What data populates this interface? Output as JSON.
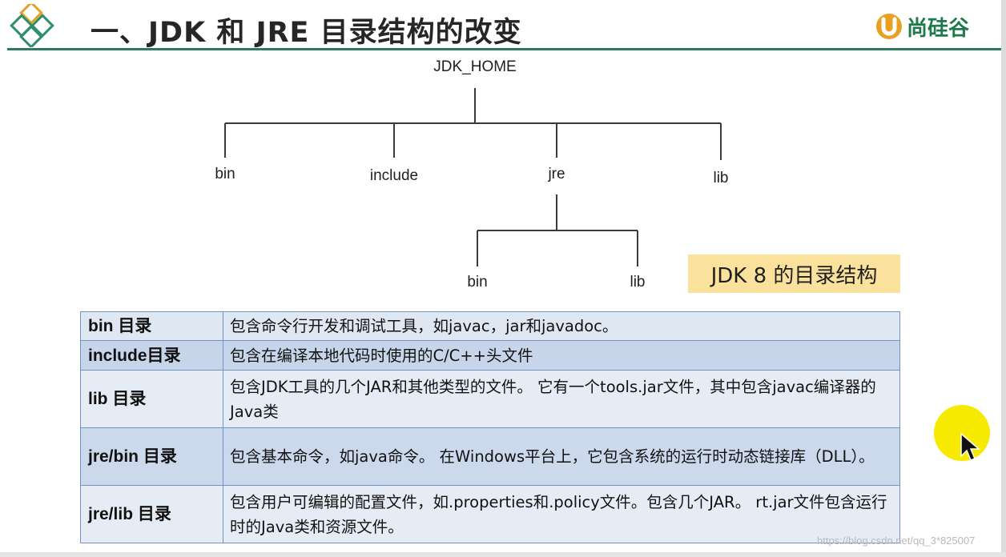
{
  "header": {
    "title": "一、JDK 和 JRE 目录结构的改变",
    "brand_text": "尚硅谷",
    "colors": {
      "accent": "#2d7a5f",
      "brand": "#1e7a4a",
      "logo": "#e8a020"
    }
  },
  "tree": {
    "root": "JDK_HOME",
    "children": [
      "bin",
      "include",
      "jre",
      "lib"
    ],
    "jre_children": [
      "bin",
      "lib"
    ]
  },
  "caption": "JDK 8 的目录结构",
  "table": {
    "rows": [
      {
        "key": "bin 目录",
        "desc": "包含命令行开发和调试工具，如javac，jar和javadoc。"
      },
      {
        "key": "include目录",
        "desc": "包含在编译本地代码时使用的C/C++头文件"
      },
      {
        "key": "lib 目录",
        "desc": "包含JDK工具的几个JAR和其他类型的文件。 它有一个tools.jar文件，其中包含javac编译器的Java类"
      },
      {
        "key": "jre/bin 目录",
        "desc": "包含基本命令，如java命令。 在Windows平台上，它包含系统的运行时动态链接库（DLL）。"
      },
      {
        "key": "jre/lib 目录",
        "desc": "包含用户可编辑的配置文件，如.properties和.policy文件。包含几个JAR。 rt.jar文件包含运行时的Java类和资源文件。"
      }
    ]
  },
  "watermark": "https://blog.csdn.net/qq_3*825007"
}
